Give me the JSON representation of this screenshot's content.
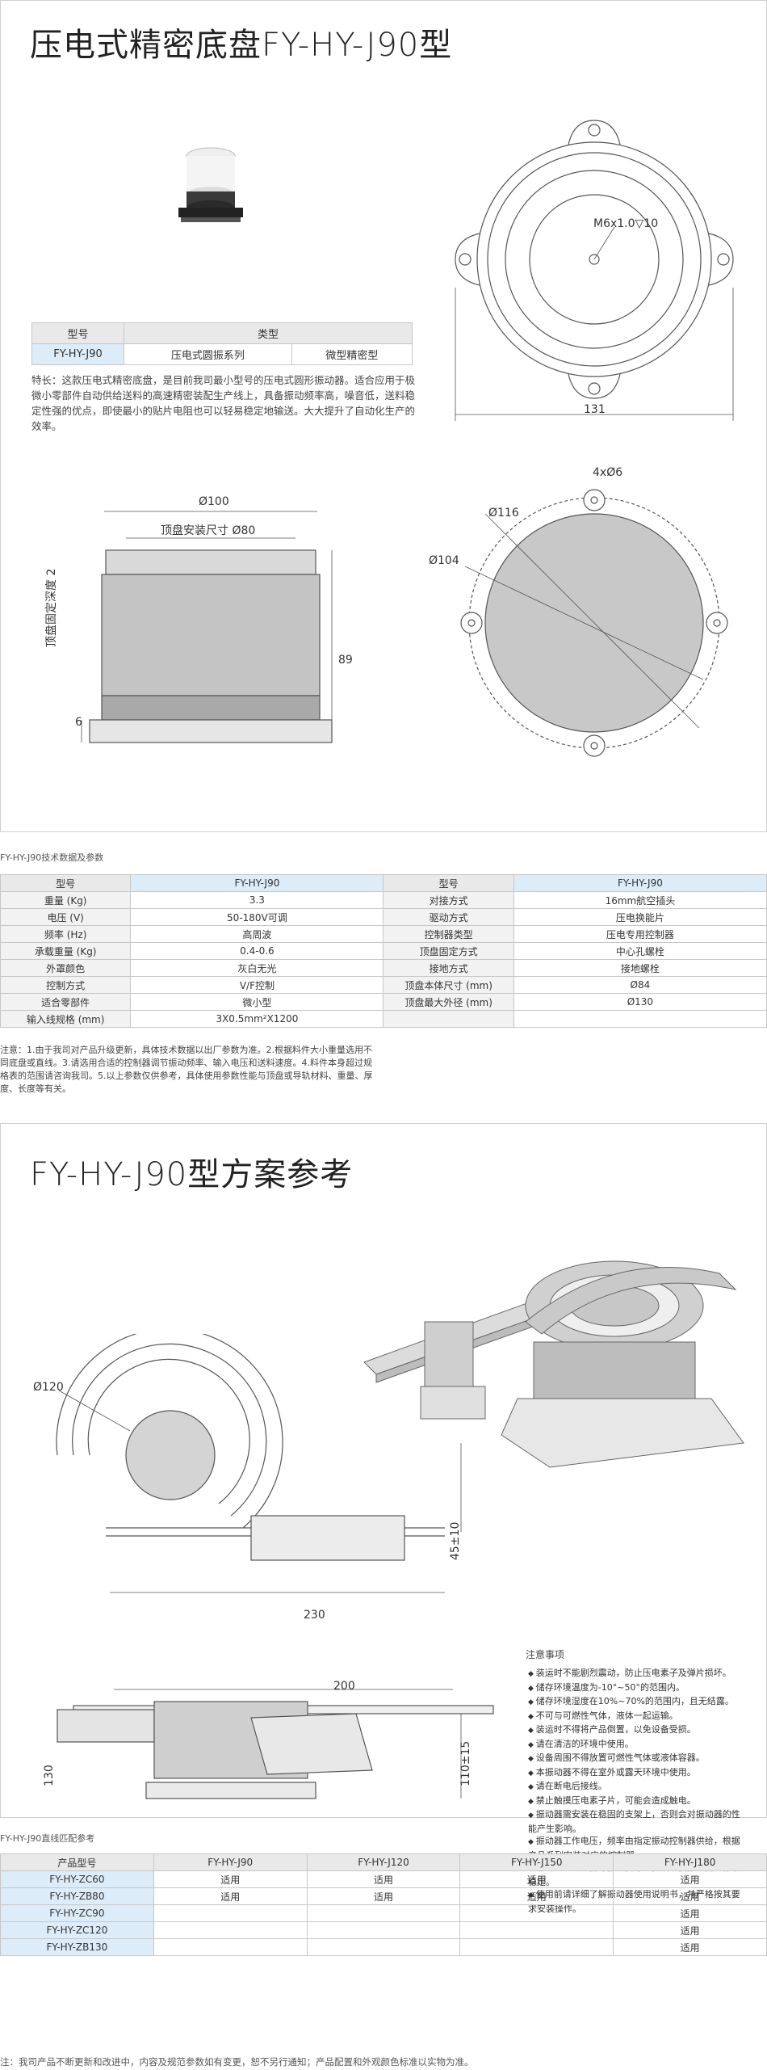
{
  "section1": {
    "title": "压电式精密底盘FY-HY-J90型",
    "type_table": {
      "header_model": "型号",
      "header_type": "类型",
      "model": "FY-HY-J90",
      "type_a": "压电式圆振系列",
      "type_b": "微型精密型"
    },
    "description": "特长：这款压电式精密底盘，是目前我司最小型号的压电式圆形振动器。适合应用于极微小零部件自动供给送料的高速精密装配生产线上，具备振动频率高，噪音低，送料稳定性强的优点，即使最小的贴片电阻也可以轻易稳定地输送。大大提升了自动化生产的效率。",
    "dims": {
      "m6": "M6x1.0▽10",
      "w131": "131",
      "holes": "4xØ6",
      "d116": "Ø116",
      "d104": "Ø104",
      "d100": "Ø100",
      "mount": "顶盘安装尺寸 Ø80",
      "depth": "顶盘固定深度 2",
      "h89": "89",
      "h6": "6"
    }
  },
  "tech": {
    "caption": "FY-HY-J90技术数据及参数",
    "left_rows": [
      [
        "型号",
        "FY-HY-J90"
      ],
      [
        "重量 (Kg)",
        "3.3"
      ],
      [
        "电压 (V)",
        "50-180V可调"
      ],
      [
        "频率 (Hz)",
        "高周波"
      ],
      [
        "承载重量 (Kg)",
        "0.4-0.6"
      ],
      [
        "外罩颜色",
        "灰白无光"
      ],
      [
        "控制方式",
        "V/F控制"
      ],
      [
        "适合零部件",
        "微小型"
      ],
      [
        "输入线规格 (mm)",
        "3X0.5mm²X1200"
      ]
    ],
    "right_rows": [
      [
        "型号",
        "FY-HY-J90"
      ],
      [
        "对接方式",
        "16mm航空插头"
      ],
      [
        "驱动方式",
        "压电换能片"
      ],
      [
        "控制器类型",
        "压电专用控制器"
      ],
      [
        "顶盘固定方式",
        "中心孔螺栓"
      ],
      [
        "接地方式",
        "接地螺栓"
      ],
      [
        "顶盘本体尺寸 (mm)",
        "Ø84"
      ],
      [
        "顶盘最大外径 (mm)",
        "Ø130"
      ],
      [
        "",
        ""
      ]
    ],
    "notes": "注意：1.由于我司对产品升级更新，具体技术数据以出厂参数为准。2.根据料件大小重量选用不同底盘或直线。3.请选用合适的控制器调节振动频率、输入电压和送料速度。4.料件本身超过规格表的范围请咨询我司。5.以上参数仅供参考，具体使用参数性能与顶盘或导轨材料、重量、厚度、长度等有关。"
  },
  "section2": {
    "title": "FY-HY-J90型方案参考",
    "dims": {
      "d120": "Ø120",
      "h45": "45±10",
      "w230": "230",
      "w200": "200",
      "h130": "130",
      "h110": "110±15"
    },
    "notes_title": "注意事项",
    "notes": [
      "装运时不能剧烈震动，防止压电素子及弹片损坏。",
      "储存环境温度为-10°~50°的范围内。",
      "储存环境湿度在10%~70%的范围内，且无结露。",
      "不可与可燃性气体，液体一起运输。",
      "装运时不得将产品倒置，以免设备受损。",
      "请在清洁的环境中使用。",
      "设备周围不得放置可燃性气体或液体容器。",
      "本振动器不得在室外或露天环境中使用。",
      "请在断电后接线。",
      "禁止触摸压电素子片，可能会造成触电。",
      "振动器需安装在稳固的支架上，否则会对振动器的性能产生影响。",
      "振动器工作电压，频率由指定振动控制器供给，根据产品系列安装对应的控制器。",
      "非专业人士切拆卸振动器螺丝，以免使振动器工作不稳定。",
      "使用前请详细了解振动器使用说明书，并严格按其要求安装操作。"
    ]
  },
  "match": {
    "caption": "FY-HY-J90直线匹配参考",
    "header": [
      "产品型号",
      "FY-HY-J90",
      "FY-HY-J120",
      "FY-HY-J150",
      "FY-HY-J180"
    ],
    "rows": [
      [
        "FY-HY-ZC60",
        "适用",
        "适用",
        "适用",
        "适用"
      ],
      [
        "FY-HY-ZB80",
        "适用",
        "适用",
        "适用",
        "适用"
      ],
      [
        "FY-HY-ZC90",
        "",
        "",
        "",
        "适用"
      ],
      [
        "FY-HY-ZC120",
        "",
        "",
        "",
        "适用"
      ],
      [
        "FY-HY-ZB130",
        "",
        "",
        "",
        "适用"
      ]
    ]
  },
  "footer": "注：我司产品不断更新和改进中，内容及规范参数如有变更，恕不另行通知；产品配置和外观颜色标准以实物为准。"
}
